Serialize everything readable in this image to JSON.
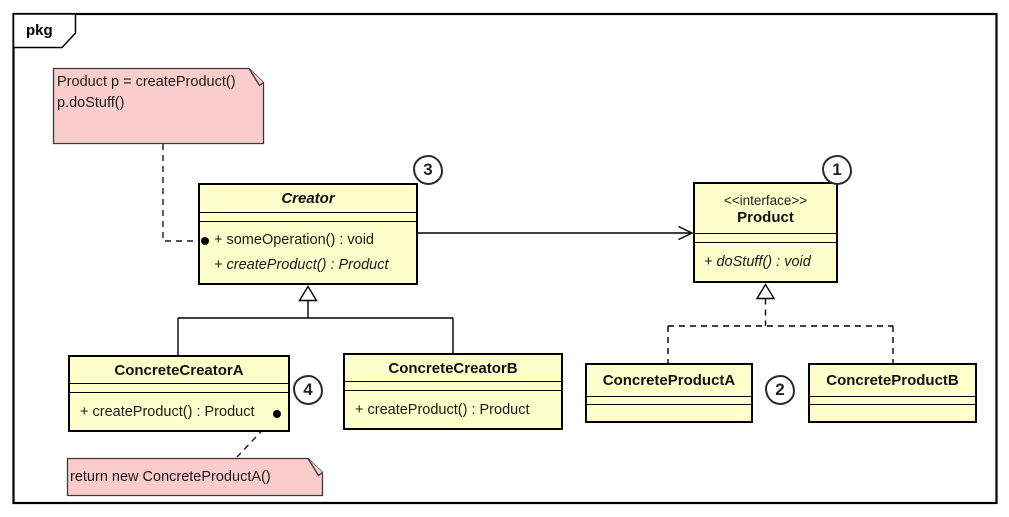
{
  "package": {
    "label": "pkg"
  },
  "colors": {
    "class_fill": "#FFFFCC",
    "note_fill": "#FACCCC",
    "line": "#000000"
  },
  "notes": {
    "client_code": {
      "line1": "Product p = createProduct()",
      "line2": "p.doStuff()"
    },
    "factory_impl": {
      "line1": "return new ConcreteProductA()"
    }
  },
  "classes": {
    "creator": {
      "name": "Creator",
      "op1": "+ someOperation() : void",
      "op2": "+ createProduct() : Product"
    },
    "product": {
      "stereotype": "<<interface>>",
      "name": "Product",
      "op1": "+ doStuff() : void"
    },
    "concrete_creator_a": {
      "name": "ConcreteCreatorA",
      "op1": "+ createProduct() : Product"
    },
    "concrete_creator_b": {
      "name": "ConcreteCreatorB",
      "op1": "+ createProduct() : Product"
    },
    "concrete_product_a": {
      "name": "ConcreteProductA"
    },
    "concrete_product_b": {
      "name": "ConcreteProductB"
    }
  },
  "markers": {
    "product": "1",
    "concrete_products": "2",
    "creator": "3",
    "concrete_creators": "4"
  }
}
